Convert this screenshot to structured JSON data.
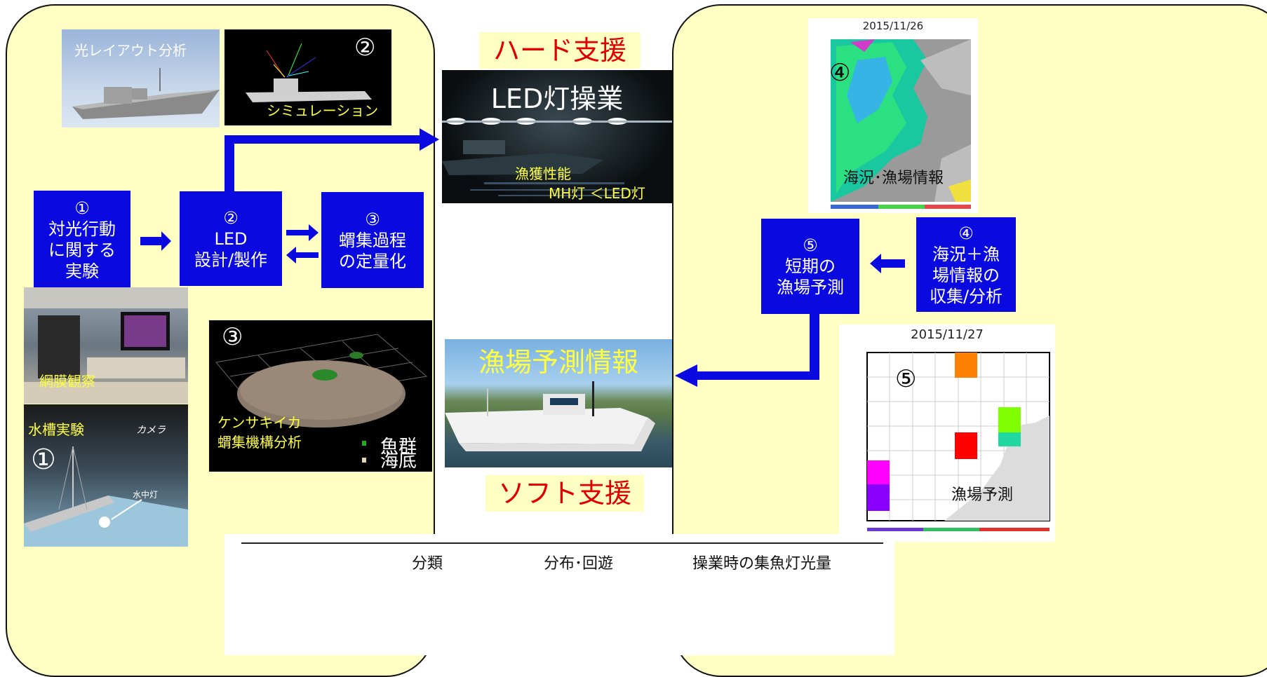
{
  "left_panel": {
    "photo_layout": {
      "label": "光レイアウト分析"
    },
    "photo_simulation": {
      "badge": "②",
      "label": "シミュレーション"
    },
    "photo_retina": {
      "label": "網膜観察"
    },
    "photo_tank": {
      "label": "水槽実験",
      "badge": "①",
      "camera_label": "カメラ",
      "lamp_label": "水中灯"
    },
    "photo_3d": {
      "badge": "③",
      "label_line1": "ケンサキイカ",
      "label_line2": "蝟集機構分析",
      "legend": [
        "魚群",
        "海底"
      ],
      "legend_colors": [
        "#22aa22",
        "#e0d8b0"
      ]
    },
    "boxes": [
      {
        "num": "①",
        "lines": [
          "対光行動",
          "に関する",
          "実験"
        ]
      },
      {
        "num": "②",
        "lines": [
          "LED",
          "設計/製作"
        ]
      },
      {
        "num": "③",
        "lines": [
          "蝟集過程",
          "の定量化"
        ]
      }
    ]
  },
  "center": {
    "hard_support": "ハード支援",
    "led_photo": {
      "title": "LED灯操業",
      "caption_line1": "漁獲性能",
      "caption_line2": "MH灯 ＜LED灯"
    },
    "forecast_photo": {
      "title": "漁場予測情報"
    },
    "soft_support": "ソフト支援"
  },
  "right_panel": {
    "map_sst": {
      "date": "2015/11/26",
      "badge": "④",
      "label": "海況･漁場情報"
    },
    "map_forecast": {
      "date": "2015/11/27",
      "badge": "⑤",
      "label": "漁場予測"
    },
    "boxes": [
      {
        "num": "⑤",
        "lines": [
          "短期の",
          "漁場予測"
        ]
      },
      {
        "num": "④",
        "lines": [
          "海況＋漁",
          "場情報の",
          "収集/分析"
        ]
      }
    ]
  },
  "table_header": [
    "分類",
    "分布･回遊",
    "操業時の集魚灯光量"
  ],
  "colors": {
    "panel": "#ffffc4",
    "box": "#0a0ae0",
    "support_text": "#e00000"
  }
}
